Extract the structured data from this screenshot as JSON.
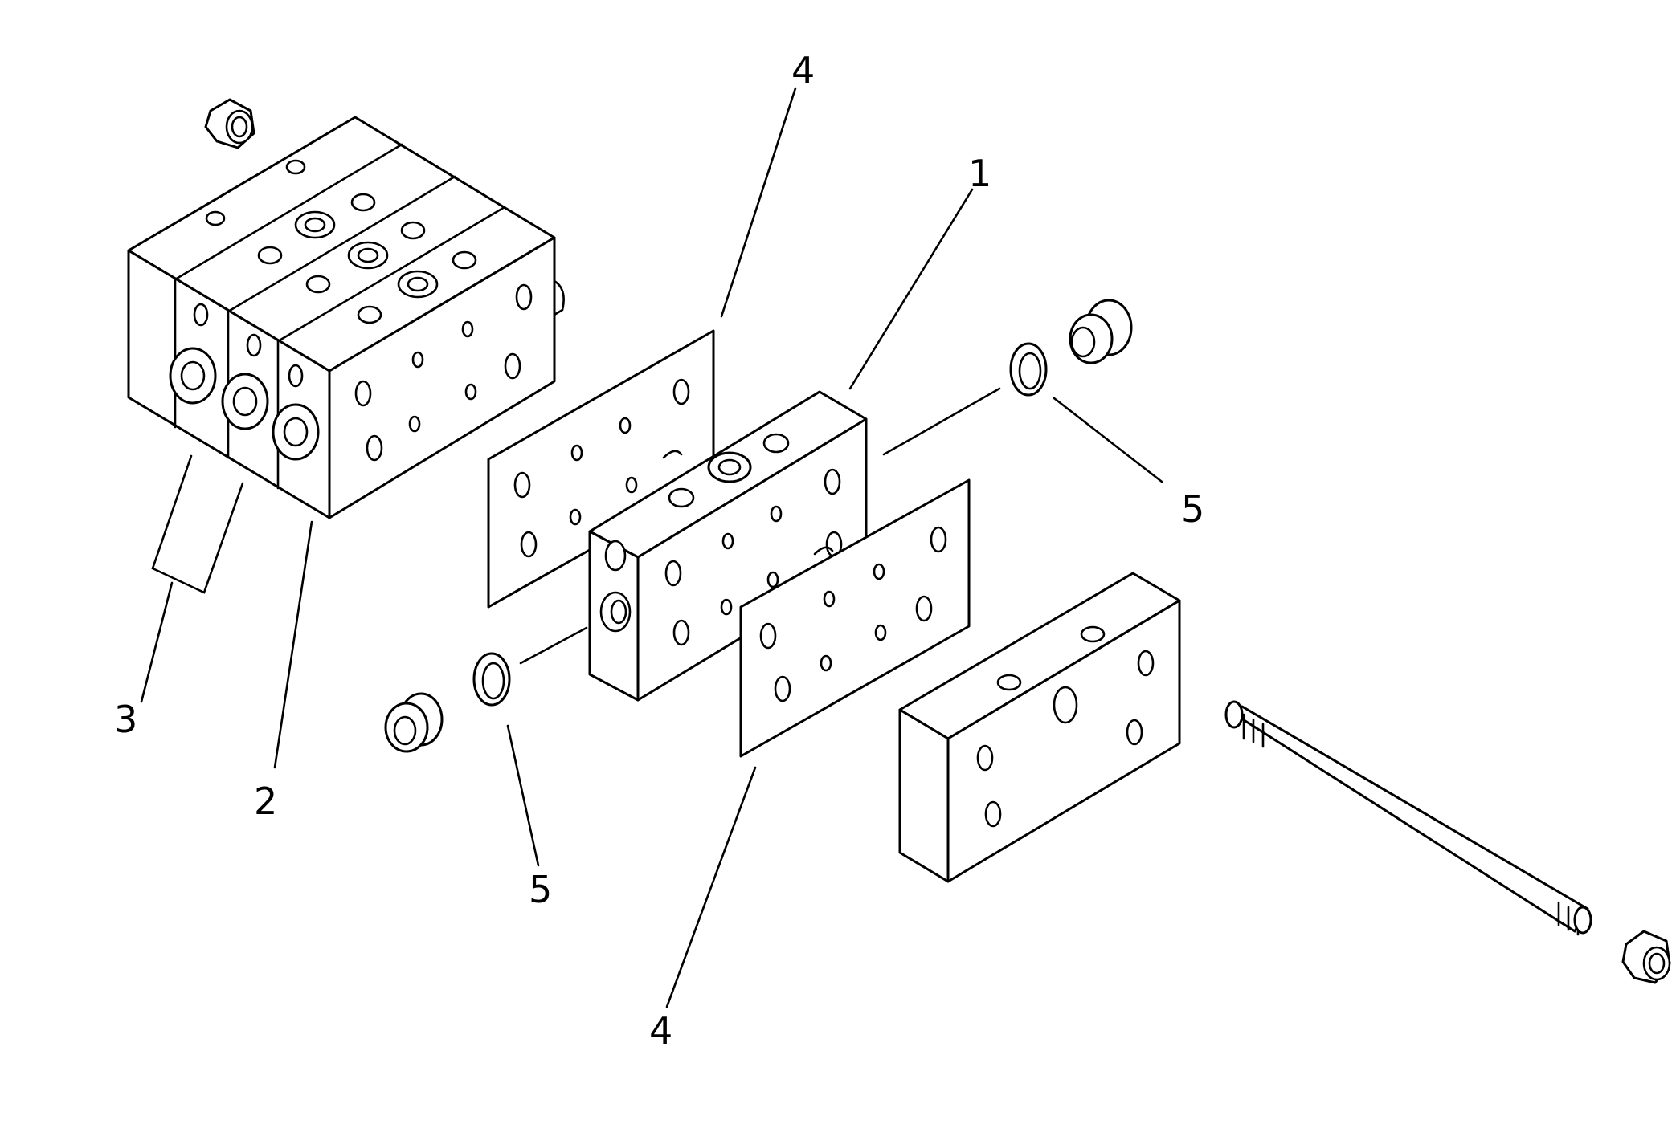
{
  "callouts": {
    "c1": "1",
    "c2": "2",
    "c3": "3",
    "c4_top": "4",
    "c4_bottom": "4",
    "c5_right": "5",
    "c5_left": "5"
  },
  "colors": {
    "line": "#000000",
    "background": "#ffffff"
  }
}
